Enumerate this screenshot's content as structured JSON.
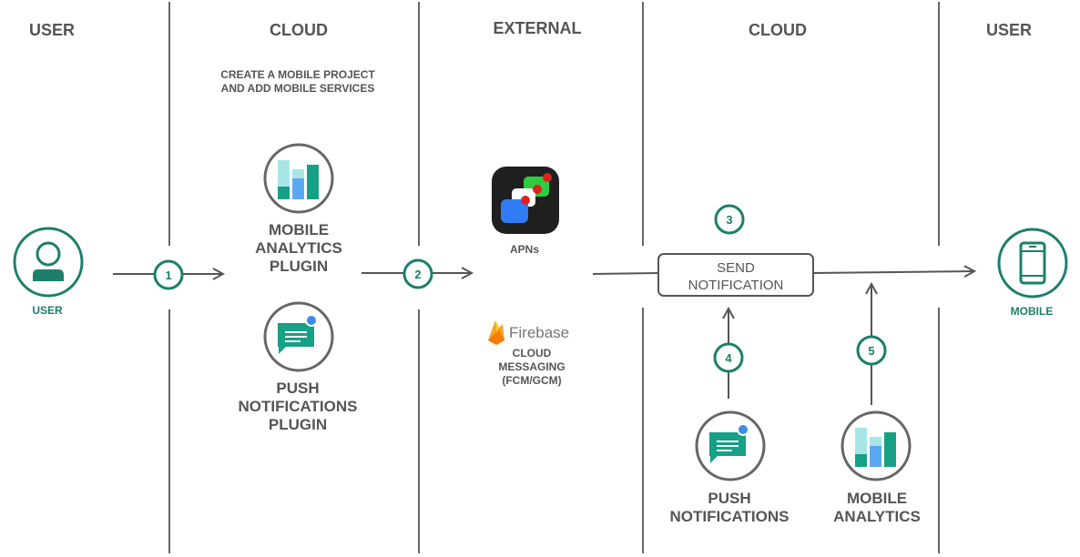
{
  "columns": [
    "USER",
    "CLOUD",
    "EXTERNAL",
    "CLOUD",
    "USER"
  ],
  "create_project": [
    "CREATE A MOBILE PROJECT",
    "AND ADD MOBILE SERVICES"
  ],
  "user_label": "USER",
  "mobile_label": "MOBILE",
  "analytics_plugin": [
    "MOBILE",
    "ANALYTICS",
    "PLUGIN"
  ],
  "push_plugin": [
    "PUSH",
    "NOTIFICATIONS",
    "PLUGIN"
  ],
  "apns_label": "APNs",
  "firebase_label": "Firebase",
  "fcm_label": [
    "CLOUD",
    "MESSAGING",
    "(FCM/GCM)"
  ],
  "send_notification": [
    "SEND",
    "NOTIFICATION"
  ],
  "push_notifications": [
    "PUSH",
    "NOTIFICATIONS"
  ],
  "mobile_analytics": [
    "MOBILE",
    "ANALYTICS"
  ],
  "steps": [
    "1",
    "2",
    "3",
    "4",
    "5"
  ],
  "colors": {
    "teal": "#1b7f6c",
    "gray_text": "#555555",
    "line": "#555555",
    "bar_light": "#a8e6e6",
    "bar_blue": "#5aa9f0",
    "bar_green": "#16a085",
    "badge_blue": "#3b8ee8"
  }
}
